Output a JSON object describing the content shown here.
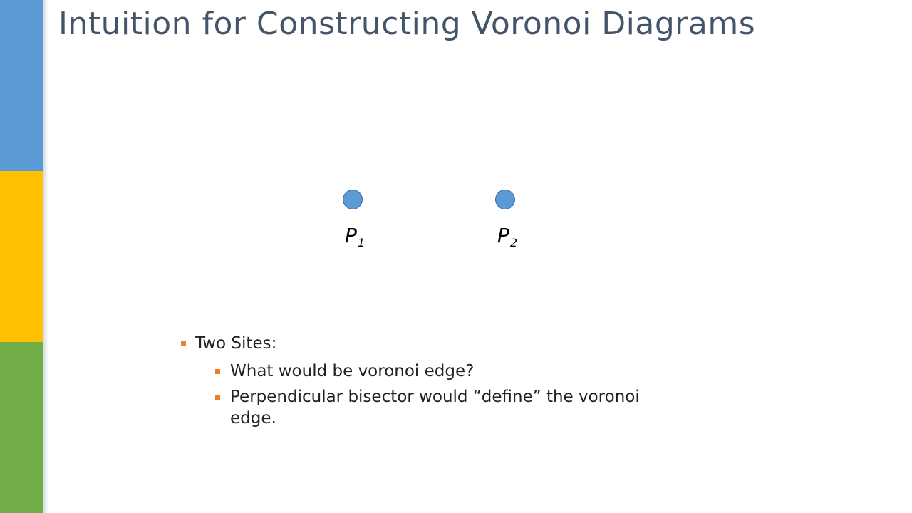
{
  "colors": {
    "stripe_blue": "#5b9bd5",
    "stripe_yellow": "#ffc000",
    "stripe_green": "#70ad47",
    "title": "#44546a",
    "site_fill": "#5b9bd5",
    "bullet_marker": "#ed7d31"
  },
  "slide": {
    "title": "Intuition for Constructing Voronoi Diagrams"
  },
  "sites": [
    {
      "letter": "P",
      "subscript": "1"
    },
    {
      "letter": "P",
      "subscript": "2"
    }
  ],
  "bullets": {
    "heading": "Two Sites:",
    "items": [
      "What would be voronoi edge?",
      "Perpendicular bisector would “define” the voronoi edge."
    ]
  }
}
